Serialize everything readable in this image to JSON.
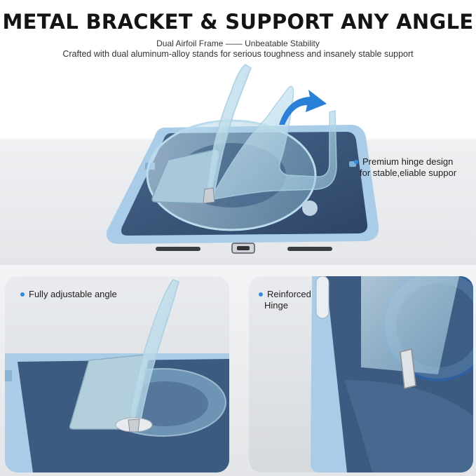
{
  "headline": "METAL BRACKET & SUPPORT ANY ANGLE",
  "subheadline": "Dual Airfoil Frame —— Unbeatable Stability",
  "description": "Crafted with dual aluminum-alloy stands for serious toughness and insanely stable support",
  "callouts": {
    "hinge_line1": "Premium hinge design",
    "hinge_line2": "for stable,eliable suppor",
    "angle": "Fully adjustable angle",
    "reinforced_line1": "Reinforced",
    "reinforced_line2": "Hinge"
  },
  "colors": {
    "case_blue": "#a9cce8",
    "back_navy": "#3a5578",
    "accent_dot": "#2f8ee0",
    "arrow_blue": "#2a7fd6"
  }
}
